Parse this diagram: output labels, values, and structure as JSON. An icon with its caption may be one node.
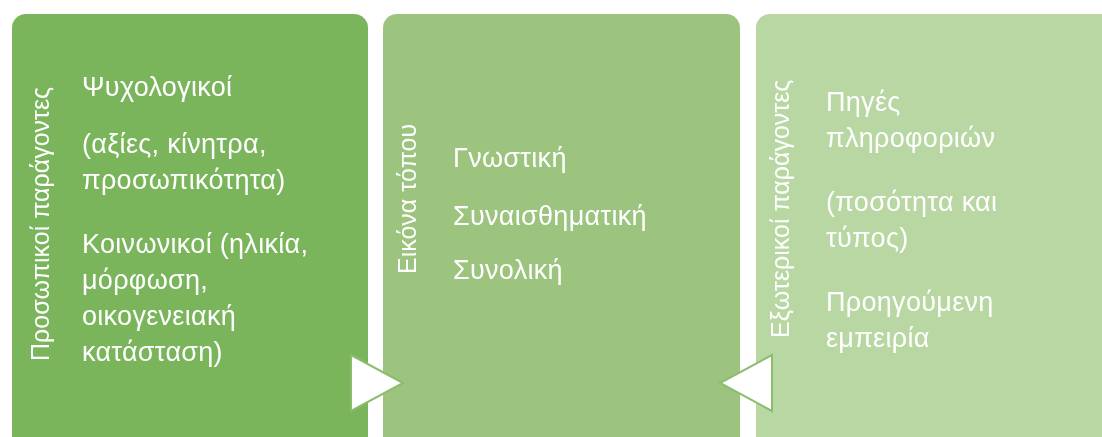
{
  "diagram": {
    "nodes": [
      {
        "text": [
          "Προσωπικοί παράγοντες",
          "Ψυχολογικοί",
          "(αξίες, κίνητρα, προσωπικότητα)",
          "Κοινωνικοί (ηλικία, μόρφωση, οικογενειακή κατάσταση)"
        ]
      },
      {
        "text": [
          "Εικόνα τόπου",
          "Γνωστική",
          "Συναισθηματική",
          "Συνολική"
        ]
      },
      {
        "text": [
          "Εξωτερικοί παράγοντες",
          "Πηγές πληροφοριών",
          "(ποσότητα και τύπος)",
          "Προηγούμενη εμπειρία"
        ]
      }
    ],
    "edges": [
      {
        "from": 0,
        "to": 1,
        "arrow": "to"
      },
      {
        "from": 2,
        "to": 1,
        "arrow": "to"
      }
    ]
  }
}
